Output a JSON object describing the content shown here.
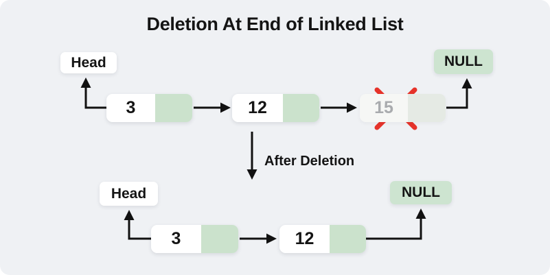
{
  "title": "Deletion At End of Linked List",
  "colors": {
    "background": "#eff1f4",
    "node_value_bg": "#ffffff",
    "node_next_bg": "#cbe2cc",
    "null_bg": "#cde4d0",
    "deleted_value_text": "#a9abae",
    "cross_red": "#e6332a",
    "arrow_black": "#111111",
    "text": "#141414"
  },
  "before": {
    "head_label": "Head",
    "null_label": "NULL",
    "nodes": [
      {
        "value": "3",
        "deleted": false
      },
      {
        "value": "12",
        "deleted": false
      },
      {
        "value": "15",
        "deleted": true
      }
    ]
  },
  "transition": {
    "label": "After Deletion",
    "arrow_icon": "down-arrow-icon"
  },
  "after": {
    "head_label": "Head",
    "null_label": "NULL",
    "nodes": [
      {
        "value": "3"
      },
      {
        "value": "12"
      }
    ]
  }
}
